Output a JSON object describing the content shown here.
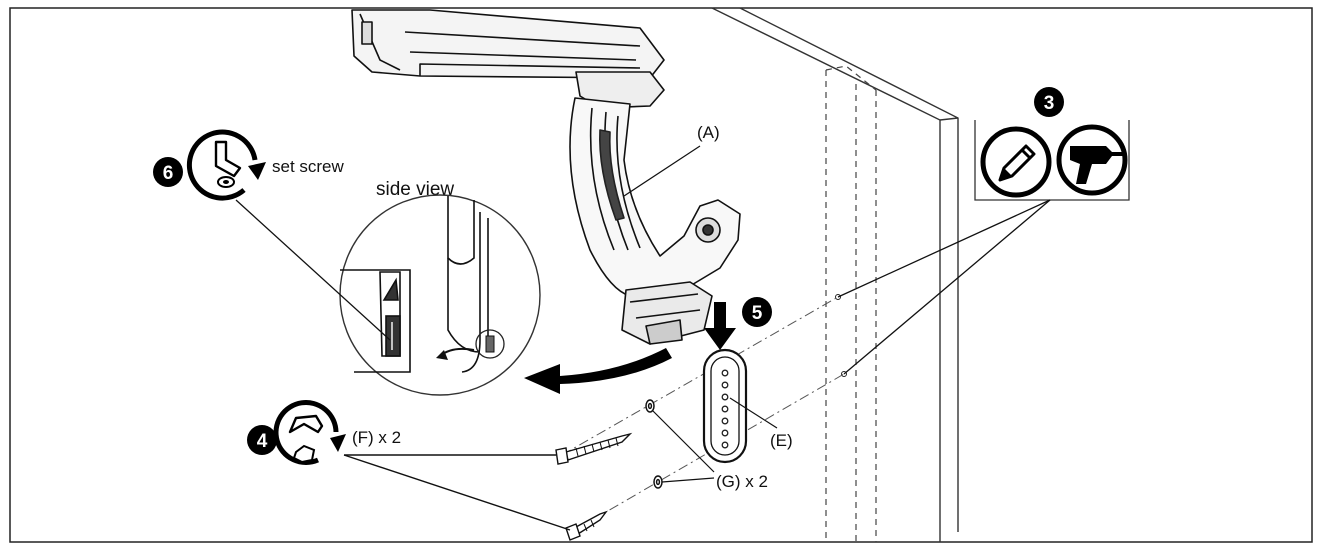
{
  "labels": {
    "part_a": "(A)",
    "part_e": "(E)",
    "part_f": "(F) x 2",
    "part_g": "(G) x 2",
    "set_screw": "set screw",
    "side_view": "side view"
  },
  "steps": {
    "s3": "3",
    "s4": "4",
    "s5": "5",
    "s6": "6"
  },
  "icons": [
    "pencil-icon",
    "drill-icon",
    "allen-key-rotate-icon",
    "wrench-rotate-icon",
    "down-arrow-icon",
    "curved-arrow-icon"
  ],
  "colors": {
    "ink": "#111111",
    "badge": "#000000",
    "paper": "#ffffff"
  }
}
